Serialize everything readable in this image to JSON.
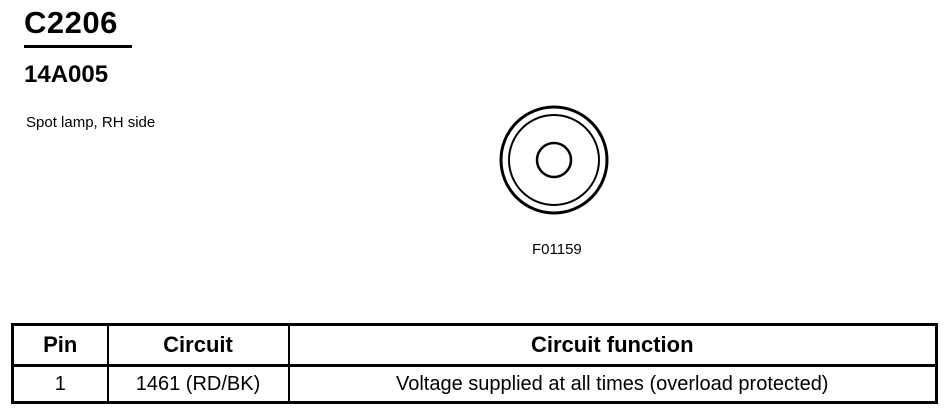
{
  "connector": {
    "id": "C2206",
    "part_number": "14A005",
    "description": "Spot lamp, RH side",
    "figure_code": "F01159"
  },
  "pin_table": {
    "headers": [
      "Pin",
      "Circuit",
      "Circuit function"
    ],
    "rows": [
      [
        "1",
        "1461 (RD/BK)",
        "Voltage supplied at all times (overload protected)"
      ]
    ]
  }
}
